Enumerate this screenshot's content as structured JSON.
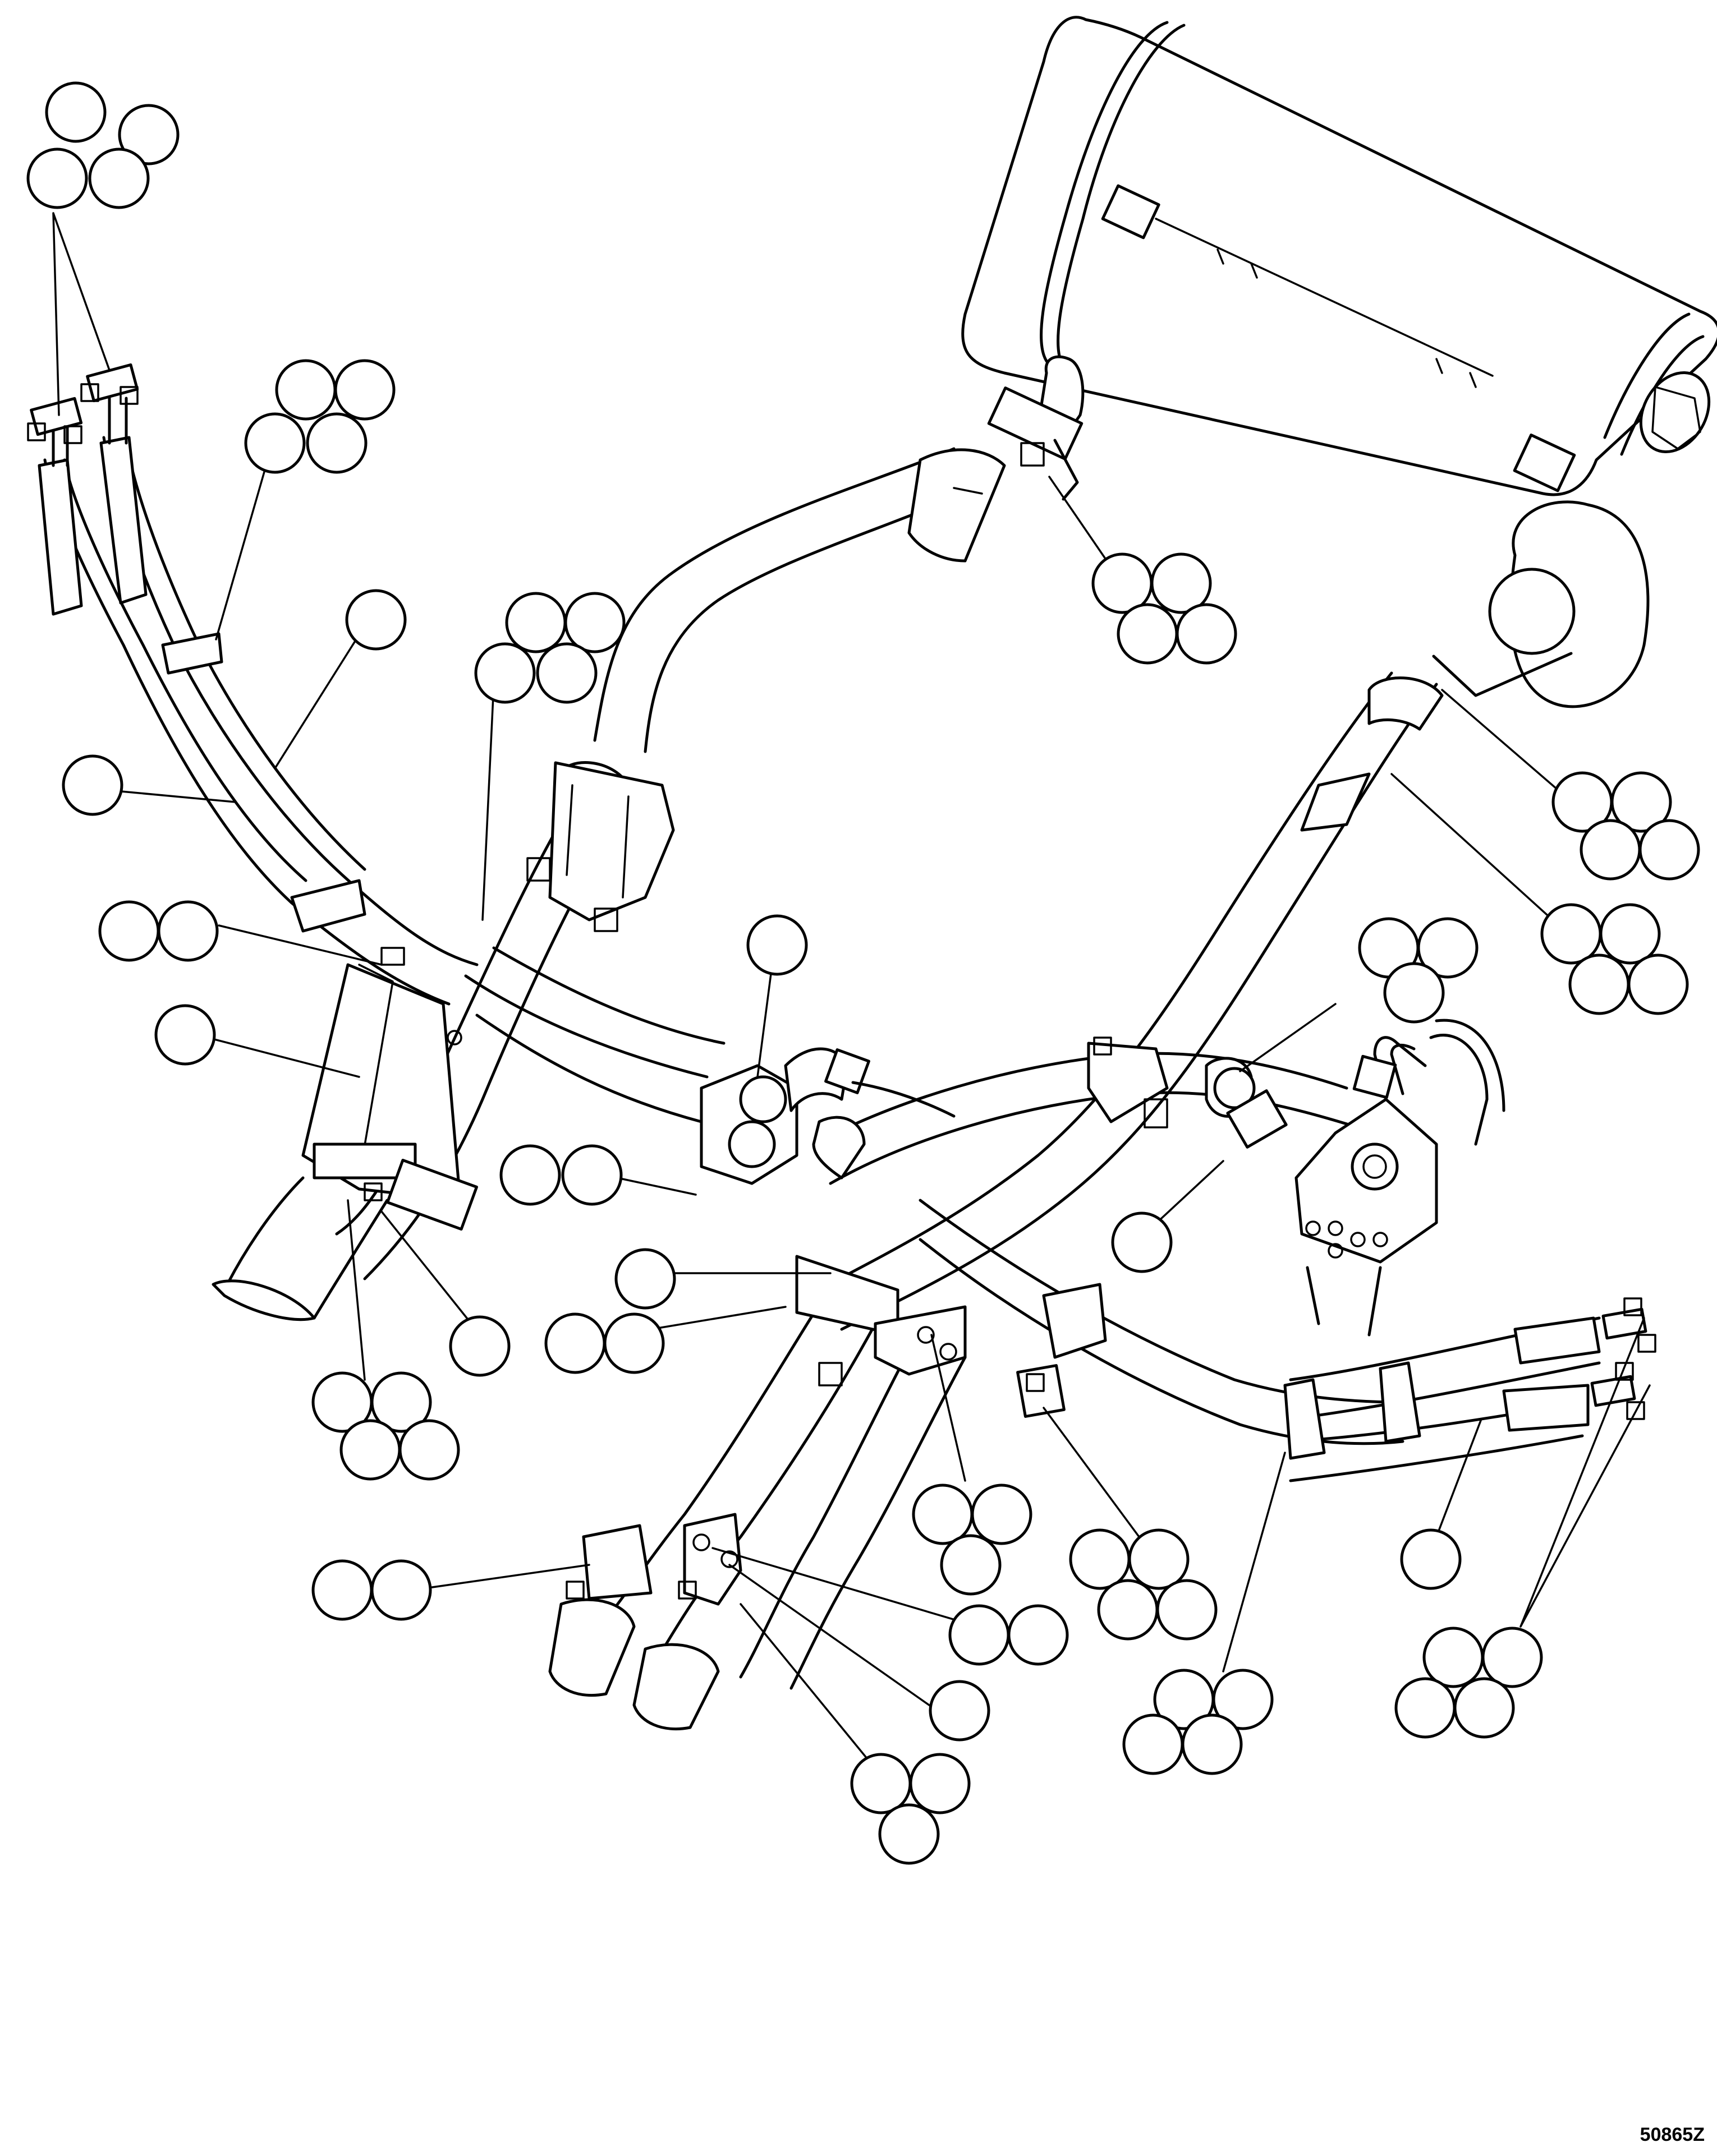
{
  "figure": {
    "drawing_number": "50865Z",
    "callout_groups": [
      {
        "id": "hose-fittings-top-left",
        "bubbles": 4
      },
      {
        "id": "hose-clamp-left-upper",
        "bubbles": 4
      },
      {
        "id": "hose-left-inner",
        "bubbles": 1
      },
      {
        "id": "hose-left-outer",
        "bubbles": 1
      },
      {
        "id": "bracket-upper-left",
        "bubbles": 4
      },
      {
        "id": "bolt-left",
        "bubbles": 2
      },
      {
        "id": "cover-left",
        "bubbles": 1
      },
      {
        "id": "tee-fitting-center",
        "bubbles": 1
      },
      {
        "id": "clamp-center-left",
        "bubbles": 2
      },
      {
        "id": "tank-flange-clamp",
        "bubbles": 4
      },
      {
        "id": "tank-outlet-clamp",
        "bubbles": 4
      },
      {
        "id": "outlet-clamp-right",
        "bubbles": 4
      },
      {
        "id": "flange-right",
        "bubbles": 3
      },
      {
        "id": "clamp-right-center",
        "bubbles": 1
      },
      {
        "id": "pipe-center",
        "bubbles": 1
      },
      {
        "id": "clamp-center-lower",
        "bubbles": 2
      },
      {
        "id": "bracket-lower-left",
        "bubbles": 1
      },
      {
        "id": "bracket-lower-left-hardware",
        "bubbles": 4
      },
      {
        "id": "bolt-lower-center",
        "bubbles": 3
      },
      {
        "id": "bracket-lower-center",
        "bubbles": 4
      },
      {
        "id": "hose-lower-right",
        "bubbles": 1
      },
      {
        "id": "hose-clamp-lower-right",
        "bubbles": 4
      },
      {
        "id": "hose-fittings-lower-right",
        "bubbles": 4
      },
      {
        "id": "clamp-bottom-left",
        "bubbles": 2
      },
      {
        "id": "bolt-bottom",
        "bubbles": 2
      },
      {
        "id": "washer-bottom",
        "bubbles": 1
      },
      {
        "id": "nut-bottom",
        "bubbles": 3
      }
    ]
  }
}
